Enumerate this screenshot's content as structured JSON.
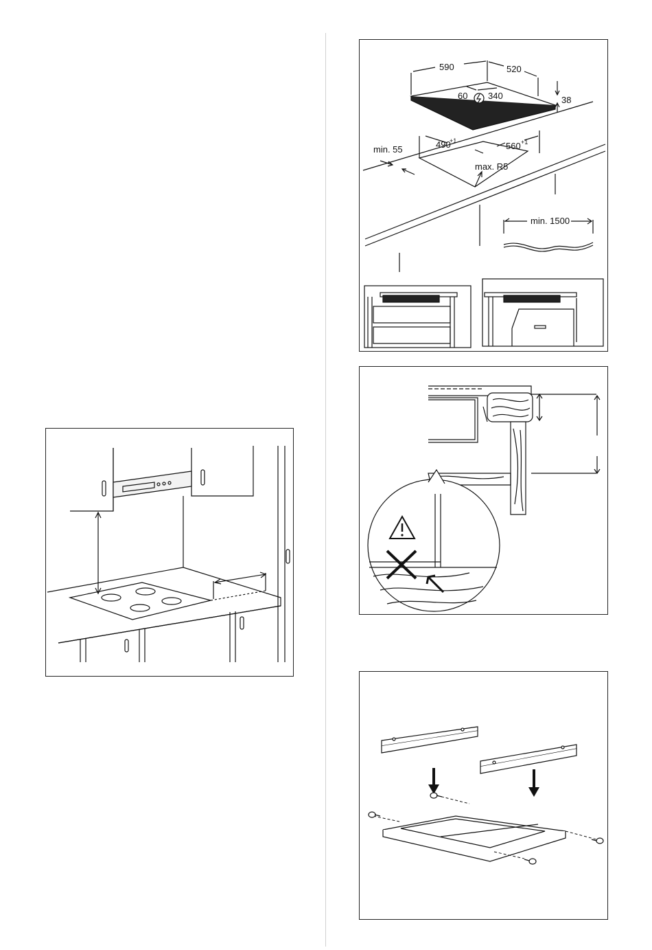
{
  "figures": {
    "cutout": {
      "hob_width": "590",
      "hob_depth": "520",
      "conn_offset": "60",
      "conn_depth": "340",
      "hob_height": "38",
      "cut_width": "490",
      "cut_width_tol": "+1",
      "cut_depth": "560",
      "cut_depth_tol": "+1",
      "min_edge": "min. 55",
      "max_radius": "max. R5",
      "cable_length": "min. 1500"
    }
  },
  "icons": [
    "power-connection-icon",
    "warning-triangle-icon",
    "prohibited-cross-icon",
    "down-arrow-icon"
  ]
}
